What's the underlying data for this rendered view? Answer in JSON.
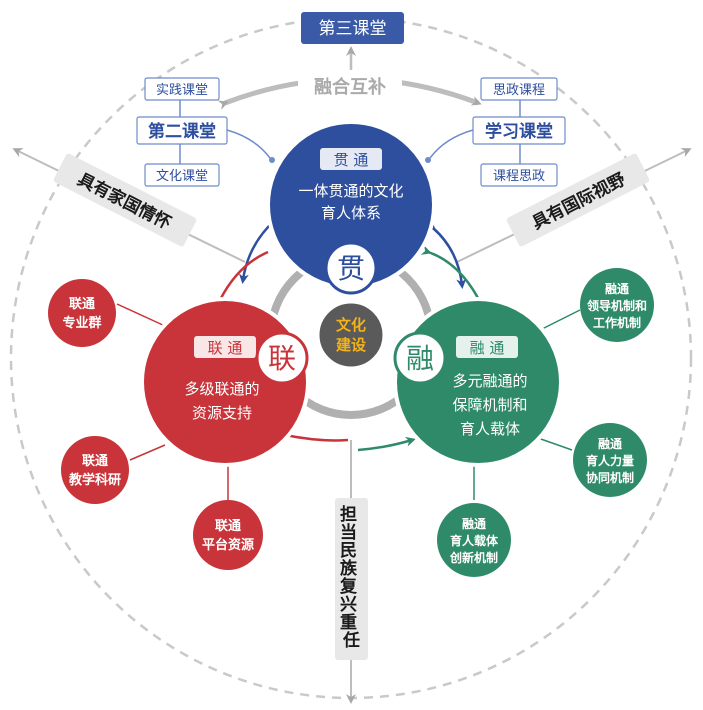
{
  "top": {
    "third_classroom": "第三课堂",
    "integrate": "融合互补",
    "second_classroom": "第二课堂",
    "practice_class": "实践课堂",
    "culture_class": "文化课堂",
    "study_classroom": "学习课堂",
    "ideology_course": "思政课程",
    "course_ideology": "课程思政"
  },
  "side_labels": {
    "left": "具有家国情怀",
    "right": "具有国际视野",
    "bottom": "担当民族复兴重任"
  },
  "circles": {
    "guan": {
      "badge": "贯 通",
      "symbol": "贯",
      "line1": "一体贯通的文化",
      "line2": "育人体系"
    },
    "lian": {
      "badge": "联 通",
      "symbol": "联",
      "line1": "多级联通的",
      "line2": "资源支持"
    },
    "rong": {
      "badge": "融 通",
      "symbol": "融",
      "line1": "多元融通的",
      "line2": "保障机制和",
      "line3": "育人载体"
    },
    "center": {
      "line1": "文化",
      "line2": "建设"
    }
  },
  "satellites_left": [
    {
      "line1": "联通",
      "line2": "专业群"
    },
    {
      "line1": "联通",
      "line2": "教学科研"
    },
    {
      "line1": "联通",
      "line2": "平台资源"
    }
  ],
  "satellites_right": [
    {
      "line1": "融通",
      "line2": "领导机制和",
      "line3": "工作机制"
    },
    {
      "line1": "融通",
      "line2": "育人力量",
      "line3": "协同机制"
    },
    {
      "line1": "融通",
      "line2": "育人载体",
      "line3": "创新机制"
    }
  ],
  "colors": {
    "blue": "#2e4f9e",
    "red": "#c8343a",
    "green": "#2f8a6a",
    "grey": "#9a9a9a",
    "center_gold": "#f3b219"
  }
}
